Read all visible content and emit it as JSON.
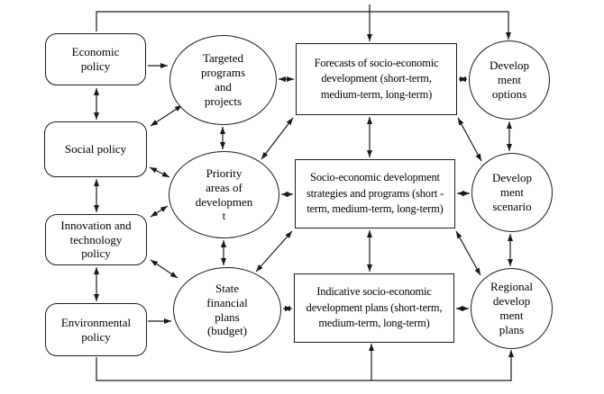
{
  "colors": {
    "stroke": "#1a1a1a",
    "background": "#ffffff",
    "text": "#000000"
  },
  "nodes": {
    "economic": {
      "label": "Economic\npolicy"
    },
    "social": {
      "label": "Social policy"
    },
    "innovation": {
      "label": "Innovation and\ntechnology\npolicy"
    },
    "environmental": {
      "label": "Environmental\npolicy"
    },
    "targeted": {
      "label": "Targeted\nprograms\nand\nprojects"
    },
    "priority": {
      "label": "Priority\nareas of\ndevelopmen\nt"
    },
    "state_financial": {
      "label": "State\nfinancial\nplans\n(budget)"
    },
    "forecasts": {
      "label": "Forecasts of socio-economic\ndevelopment (short-term,\nmedium-term, long-term)"
    },
    "strategies": {
      "label": "Socio-economic development\nstrategies and programs (short -\nterm, medium-term, long-term)"
    },
    "indicative": {
      "label": "Indicative socio-economic\ndevelopment plans (short-term,\nmedium-term, long-term)"
    },
    "options": {
      "label": "Develop\nment\noptions"
    },
    "scenario": {
      "label": "Develop\nment\nscenario"
    },
    "regional": {
      "label": "Regional\ndevelop\nment\nplans"
    }
  }
}
